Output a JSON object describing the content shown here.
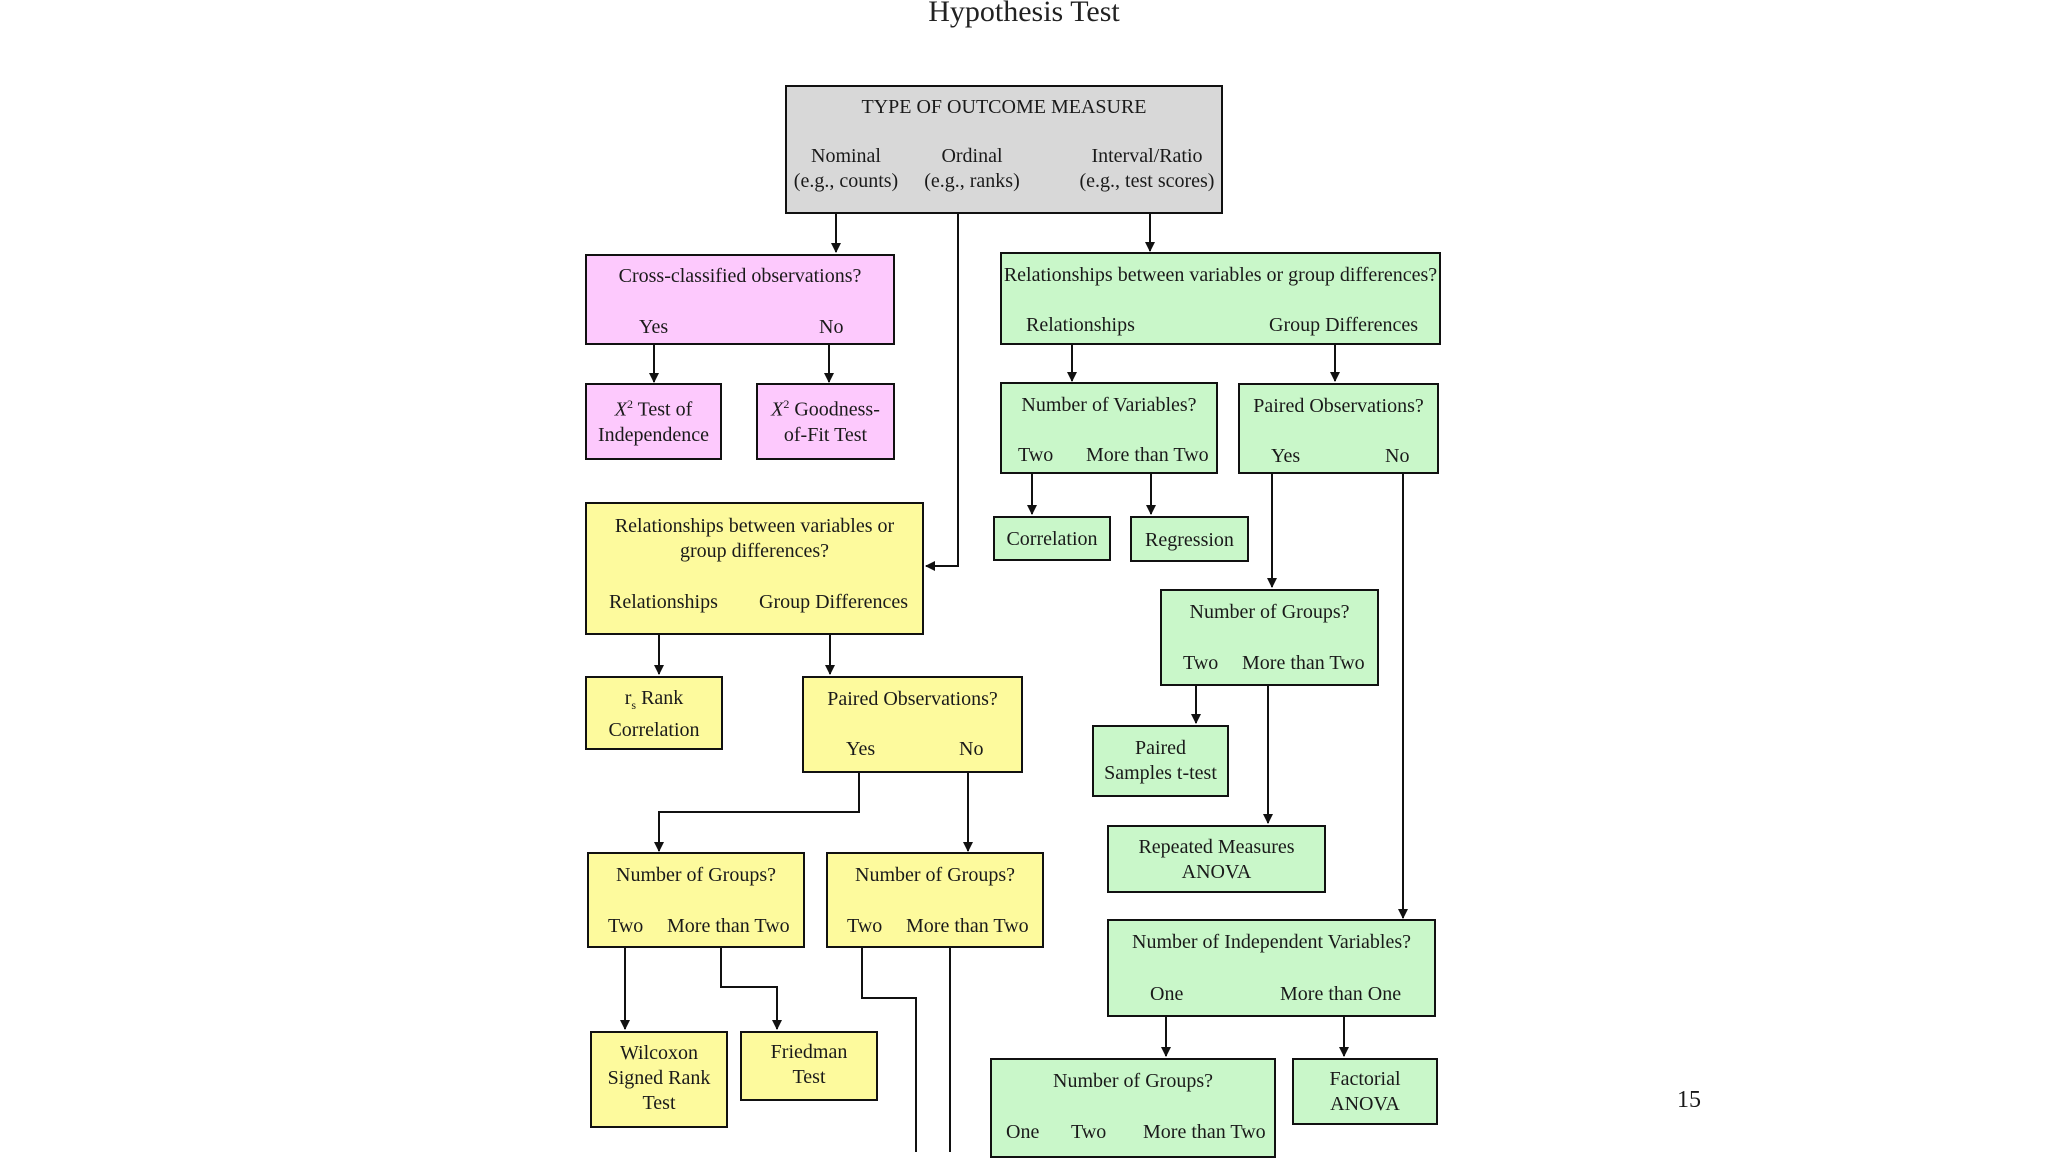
{
  "title": "Hypothesis Test",
  "page_number": "15",
  "nodes": {
    "outcome": {
      "title": "TYPE OF OUTCOME MEASURE",
      "nominal": "Nominal",
      "nominal_eg": "(e.g., counts)",
      "ordinal": "Ordinal",
      "ordinal_eg": "(e.g., ranks)",
      "interval": "Interval/Ratio",
      "interval_eg": "(e.g., test scores)"
    },
    "cross": {
      "q": "Cross-classified observations?",
      "yes": "Yes",
      "no": "No"
    },
    "chi_ind": {
      "sym": "X",
      "sup": "2",
      "l1": " Test of",
      "l2": "Independence"
    },
    "chi_gof": {
      "sym": "X",
      "sup": "2",
      "l1": " Goodness-",
      "l2": "of-Fit Test"
    },
    "green_rel": {
      "q": "Relationships between variables or group differences?",
      "a": "Relationships",
      "b": "Group Differences"
    },
    "num_vars": {
      "q": "Number of Variables?",
      "a": "Two",
      "b": "More than Two"
    },
    "paired_g": {
      "q": "Paired Observations?",
      "a": "Yes",
      "b": "No"
    },
    "correlation": {
      "label": "Correlation"
    },
    "regression": {
      "label": "Regression"
    },
    "groups_g1": {
      "q": "Number of Groups?",
      "a": "Two",
      "b": "More than Two"
    },
    "paired_t": {
      "l1": "Paired",
      "l2": "Samples t-test"
    },
    "rm_anova": {
      "l1": "Repeated Measures",
      "l2": "ANOVA"
    },
    "indep_vars": {
      "q": "Number of Independent Variables?",
      "a": "One",
      "b": "More than One"
    },
    "groups_g2": {
      "q": "Number of Groups?",
      "a": "One",
      "b": "Two",
      "c": "More than Two"
    },
    "factorial": {
      "l1": "Factorial",
      "l2": "ANOVA"
    },
    "yellow_rel": {
      "q1": "Relationships between variables or",
      "q2": "group differences?",
      "a": "Relationships",
      "b": "Group Differences"
    },
    "rank_corr": {
      "r": "r",
      "sub": "s",
      "l1": " Rank",
      "l2": "Correlation"
    },
    "paired_y": {
      "q": "Paired Observations?",
      "a": "Yes",
      "b": "No"
    },
    "groups_y1": {
      "q": "Number of Groups?",
      "a": "Two",
      "b": "More than Two"
    },
    "groups_y2": {
      "q": "Number of Groups?",
      "a": "Two",
      "b": "More than Two"
    },
    "wilcoxon": {
      "l1": "Wilcoxon",
      "l2": "Signed Rank",
      "l3": "Test"
    },
    "friedman": {
      "l1": "Friedman",
      "l2": "Test"
    }
  }
}
